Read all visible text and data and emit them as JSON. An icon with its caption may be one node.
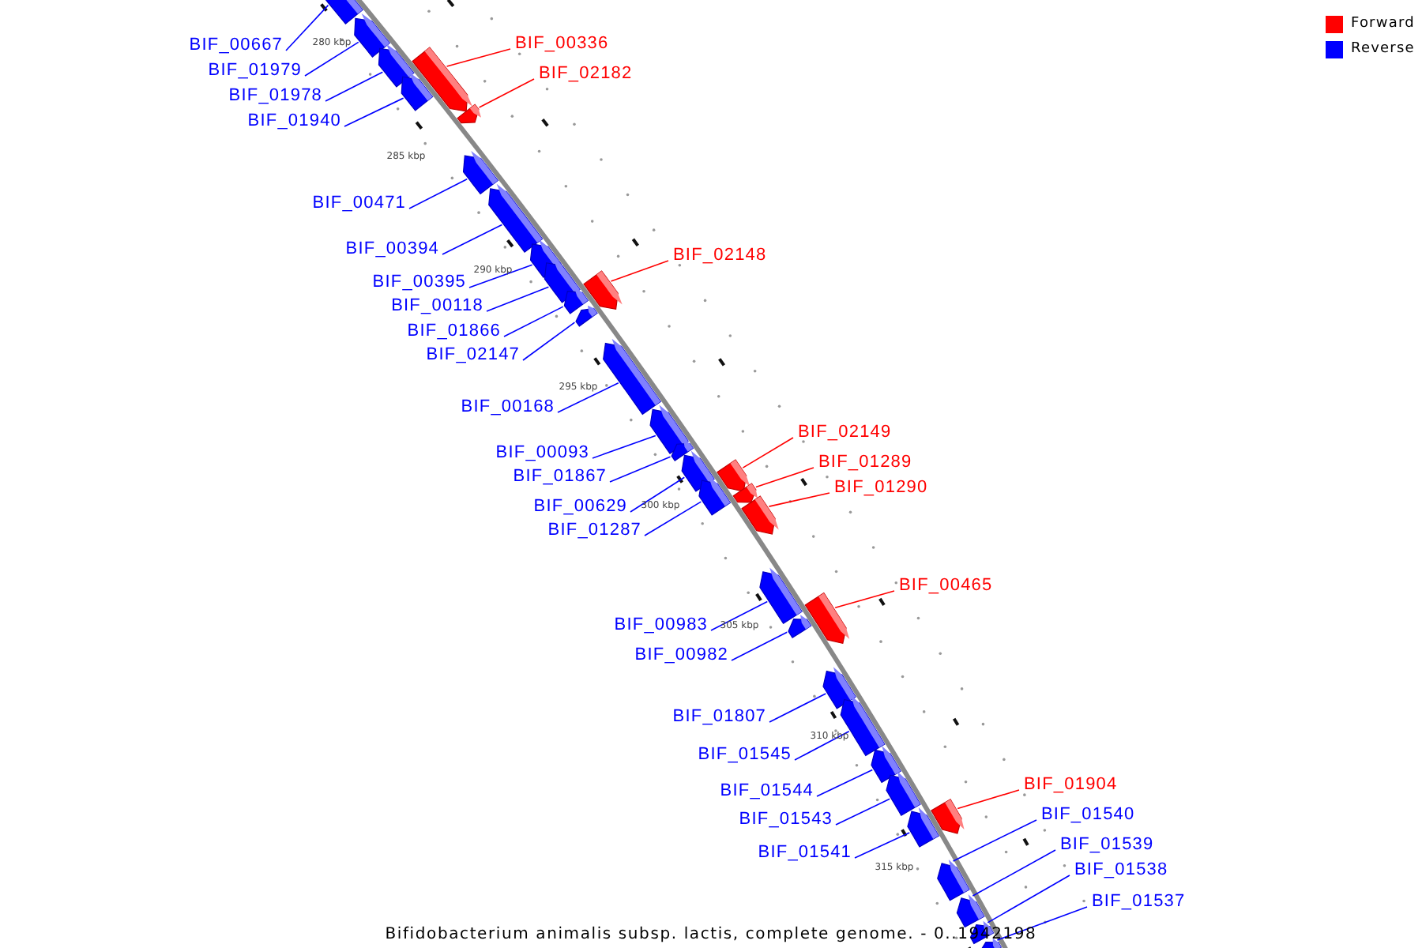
{
  "diagram": {
    "caption": "Bifidobacterium animalis subsp. lactis, complete genome. - 0..1942198",
    "nodes": [
      {
        "text": [
          "BIF_00667"
        ]
      },
      {
        "text": [],
        "shape": "bar"
      },
      {
        "text": [
          "BIF_01979"
        ]
      },
      {
        "text": [],
        "shape": "bar"
      },
      {
        "text": [
          "BIF_00336"
        ]
      },
      {
        "text": [],
        "shape": "bar"
      },
      {
        "text": [
          "BIF_01978"
        ]
      },
      {
        "text": [],
        "shape": "bar"
      },
      {
        "text": [
          "BIF_02182"
        ]
      },
      {
        "text": [],
        "shape": "bar"
      },
      {
        "text": [
          "BIF_01940"
        ]
      },
      {
        "text": [],
        "shape": "bar"
      },
      {
        "text": [
          "BIF_00471"
        ]
      },
      {
        "text": [],
        "shape": "bar"
      },
      {
        "text": [
          "BIF_00394"
        ]
      },
      {
        "text": [],
        "shape": "bar"
      },
      {
        "text": [
          "BIF_02148"
        ]
      },
      {
        "text": [],
        "shape": "bar"
      },
      {
        "text": [
          "BIF_00395"
        ]
      },
      {
        "text": [],
        "shape": "bar"
      },
      {
        "text": [
          "BIF_00118"
        ]
      },
      {
        "text": [],
        "shape": "bar"
      },
      {
        "text": [
          "BIF_01866"
        ]
      },
      {
        "text": [],
        "shape": "bar"
      },
      {
        "text": [
          "BIF_02147"
        ]
      },
      {
        "text": [],
        "shape": "bar"
      },
      {
        "text": [
          "BIF_00168"
        ]
      },
      {
        "text": [],
        "shape": "bar"
      },
      {
        "text": [
          "BIF_02149"
        ]
      },
      {
        "text": [],
        "shape": "bar"
      },
      {
        "text": [
          "BIF_00093"
        ]
      },
      {
        "text": [],
        "shape": "bar"
      },
      {
        "text": [
          "BIF_01289"
        ]
      },
      {
        "text": [],
        "shape": "bar"
      },
      {
        "text": [
          "BIF_01867"
        ]
      },
      {
        "text": [],
        "shape": "bar"
      },
      {
        "text": [
          "BIF_01290"
        ]
      },
      {
        "text": [],
        "shape": "bar"
      },
      {
        "text": [
          "BIF_00629"
        ]
      },
      {
        "text": [],
        "shape": "bar"
      },
      {
        "text": [
          "BIF_01287"
        ]
      },
      {
        "text": [],
        "shape": "bar"
      },
      {
        "text": [
          "BIF_00465"
        ]
      },
      {
        "text": [],
        "shape": "bar"
      },
      {
        "text": [
          "BIF_00983"
        ]
      },
      {
        "text": [],
        "shape": "bar"
      },
      {
        "text": [
          "BIF_00982"
        ]
      },
      {
        "text": [],
        "shape": "bar"
      },
      {
        "text": [
          "BIF_01807"
        ]
      },
      {
        "text": [],
        "shape": "bar"
      },
      {
        "text": [
          "BIF_01545"
        ]
      },
      {
        "text": [],
        "shape": "bar"
      },
      {
        "text": [
          "BIF_01904"
        ]
      },
      {
        "text": [],
        "shape": "bar"
      },
      {
        "text": [
          "BIF_01544"
        ]
      },
      {
        "text": [],
        "shape": "bar"
      },
      {
        "text": [
          "BIF_01540"
        ]
      },
      {
        "text": [],
        "shape": "bar"
      },
      {
        "text": [
          "BIF_01543"
        ]
      },
      {
        "text": [],
        "shape": "bar"
      },
      {
        "text": [
          "BIF_01539"
        ]
      },
      {
        "text": [],
        "shape": "bar"
      },
      {
        "text": [
          "BIF_01541"
        ]
      },
      {
        "text": [],
        "shape": "bar"
      },
      {
        "text": [
          "BIF_01538"
        ]
      },
      {
        "text": [],
        "shape": "bar"
      },
      {
        "text": [
          "BIF_01537"
        ]
      },
      {
        "text": [],
        "shape": "bar"
      }
    ],
    "edges": [
      {
        "from": 0,
        "to": 1,
        "arrow": "none"
      },
      {
        "from": 2,
        "to": 3,
        "arrow": "none"
      },
      {
        "from": 4,
        "to": 5,
        "arrow": "none",
        "color": "#ff0000"
      },
      {
        "from": 6,
        "to": 7,
        "arrow": "none"
      },
      {
        "from": 8,
        "to": 9,
        "arrow": "none",
        "color": "#ff0000"
      },
      {
        "from": 10,
        "to": 11,
        "arrow": "none"
      },
      {
        "from": 12,
        "to": 13,
        "arrow": "none"
      },
      {
        "from": 14,
        "to": 15,
        "arrow": "none"
      },
      {
        "from": 16,
        "to": 17,
        "arrow": "none",
        "color": "#ff0000"
      },
      {
        "from": 18,
        "to": 19,
        "arrow": "none"
      },
      {
        "from": 20,
        "to": 21,
        "arrow": "none"
      },
      {
        "from": 22,
        "to": 23,
        "arrow": "none"
      },
      {
        "from": 24,
        "to": 25,
        "arrow": "none"
      },
      {
        "from": 26,
        "to": 27,
        "arrow": "none"
      },
      {
        "from": 28,
        "to": 29,
        "arrow": "none",
        "color": "#ff0000"
      },
      {
        "from": 30,
        "to": 31,
        "arrow": "none"
      },
      {
        "from": 32,
        "to": 33,
        "arrow": "none",
        "color": "#ff0000"
      },
      {
        "from": 34,
        "to": 35,
        "arrow": "none"
      },
      {
        "from": 36,
        "to": 37,
        "arrow": "none",
        "color": "#ff0000"
      },
      {
        "from": 38,
        "to": 39,
        "arrow": "none"
      },
      {
        "from": 40,
        "to": 41,
        "arrow": "none"
      },
      {
        "from": 42,
        "to": 43,
        "arrow": "none",
        "color": "#ff0000"
      },
      {
        "from": 44,
        "to": 45,
        "arrow": "none"
      },
      {
        "from": 46,
        "to": 47,
        "arrow": "none"
      },
      {
        "from": 48,
        "to": 49,
        "arrow": "none"
      },
      {
        "from": 50,
        "to": 51,
        "arrow": "none"
      },
      {
        "from": 52,
        "to": 53,
        "arrow": "none",
        "color": "#ff0000"
      },
      {
        "from": 54,
        "to": 55,
        "arrow": "none"
      },
      {
        "from": 56,
        "to": 57,
        "arrow": "none"
      },
      {
        "from": 58,
        "to": 59,
        "arrow": "none"
      },
      {
        "from": 60,
        "to": 61,
        "arrow": "none"
      },
      {
        "from": 62,
        "to": 63,
        "arrow": "none"
      },
      {
        "from": 64,
        "to": 65,
        "arrow": "none"
      },
      {
        "from": 66,
        "to": 67,
        "arrow": "none"
      }
    ],
    "labels": [
      "280 kbp",
      "285 kbp",
      "290 kbp",
      "295 kbp",
      "300 kbp",
      "305 kbp",
      "310 kbp",
      "315 kbp"
    ],
    "legend": [
      {
        "text": "Forward",
        "color": "#ff0000"
      },
      {
        "text": "Reverse",
        "color": "#0000ff"
      }
    ]
  }
}
